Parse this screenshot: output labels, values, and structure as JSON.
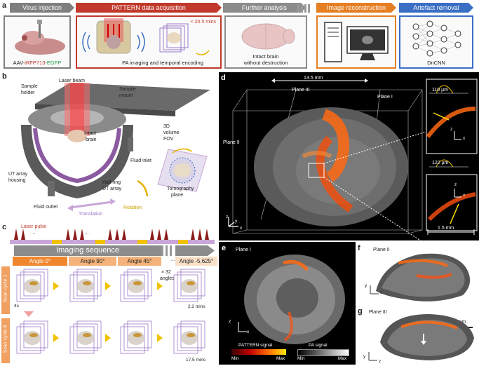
{
  "panel_labels": {
    "a": "a",
    "b": "b",
    "c": "c",
    "d": "d",
    "e": "e",
    "f": "f",
    "g": "g"
  },
  "panel_a": {
    "steps": [
      {
        "label": "Virus injection",
        "color": "#7f7f7f"
      },
      {
        "label": "PATTERN data acquisition",
        "color": "#c0392b"
      },
      {
        "label": "Further analysis",
        "color": "#8c8c8c"
      },
      {
        "label": "Image reconstruction",
        "color": "#e67e22"
      },
      {
        "label": "Artefact removal",
        "color": "#3a6fc4"
      }
    ],
    "virus_caption_pre": "AAV-",
    "virus_caption_red": "iRFP713",
    "virus_caption_mid": "-",
    "virus_caption_green": "EGFP",
    "time_note": "< 20.5 mins",
    "acq_caption": "PA imaging and temporal encoding",
    "analysis_caption_1": "Intact brain",
    "analysis_caption_2": "without destruction",
    "network_caption": "DnCNN"
  },
  "panel_b": {
    "labels": {
      "laser": "Laser beam",
      "holder_1": "Sample",
      "holder_2": "holder",
      "mount_1": "Sample",
      "mount_2": "mount",
      "brain_1": "Intact",
      "brain_2": "brain",
      "fov_1": "3D",
      "fov_2": "volume",
      "fov_3": "FOV",
      "inlet": "Fluid inlet",
      "ut_1": "UT array",
      "ut_2": "housing",
      "ring_1": "Half ring",
      "ring_2": "UT array",
      "tomo_1": "Tomography",
      "tomo_2": "plane",
      "outlet": "Fluid outlet",
      "rotation": "Rotation",
      "translation": "Translation"
    }
  },
  "panel_c": {
    "laser_pulse": "Laser pulse",
    "sequence": "Imaging sequence",
    "angles": [
      "Angle 0°",
      "Angle 90°",
      "Angle 45°",
      "Angle -5.625°"
    ],
    "multiplier_1": "× 32",
    "multiplier_2": "angles",
    "cycle_1": "Scan cycle 1",
    "cycle_8": "Scan cycle 8",
    "t_4s": "4s",
    "t_22": "2.2 mins",
    "t_175": "17.5 mins",
    "dots": "..."
  },
  "panel_d": {
    "width_label": "13.5 mm",
    "plane_1": "Plane I",
    "plane_2": "Plane II",
    "plane_3": "Plane III",
    "res_1": "110 µm",
    "res_2": "122 µm",
    "scale": "1.5 mm",
    "axes": {
      "x": "x",
      "y": "y",
      "z": "z"
    }
  },
  "panel_efg": {
    "plane_e": "Plane  I",
    "plane_f": "Plane II",
    "plane_g": "Plane  III",
    "colorbar_pattern": "PATTERN signal",
    "colorbar_pa": "PA signal",
    "min": "Min",
    "max": "Max",
    "scalebar": "2 mm",
    "axes": {
      "x": "x",
      "y": "y",
      "z": "z"
    }
  }
}
